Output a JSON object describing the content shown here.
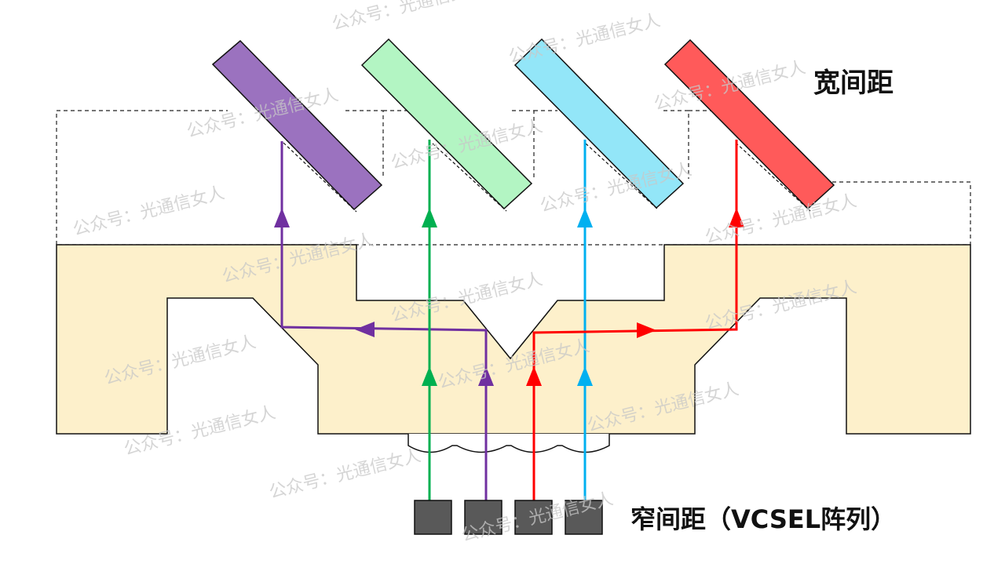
{
  "labels": {
    "wide_pitch": "宽间距",
    "narrow_pitch": "窄间距（VCSEL阵列）"
  },
  "watermark": "公众号：光通信女人",
  "colors": {
    "purple": "#7030a0",
    "green": "#00b050",
    "blue": "#00b0f0",
    "red": "#ff0000",
    "mirror_purple": "#9b72bf",
    "mirror_green": "#b3f5c3",
    "mirror_blue": "#93e6f8",
    "mirror_red": "#ff5a5a",
    "substrate": "#fdf0cb",
    "laser": "#595959"
  },
  "channels": [
    {
      "name": "purple",
      "color": "#7030a0",
      "mirror": "#9b72bf"
    },
    {
      "name": "green",
      "color": "#00b050",
      "mirror": "#b3f5c3"
    },
    {
      "name": "blue",
      "color": "#00b0f0",
      "mirror": "#93e6f8"
    },
    {
      "name": "red",
      "color": "#ff0000",
      "mirror": "#ff5a5a"
    }
  ]
}
